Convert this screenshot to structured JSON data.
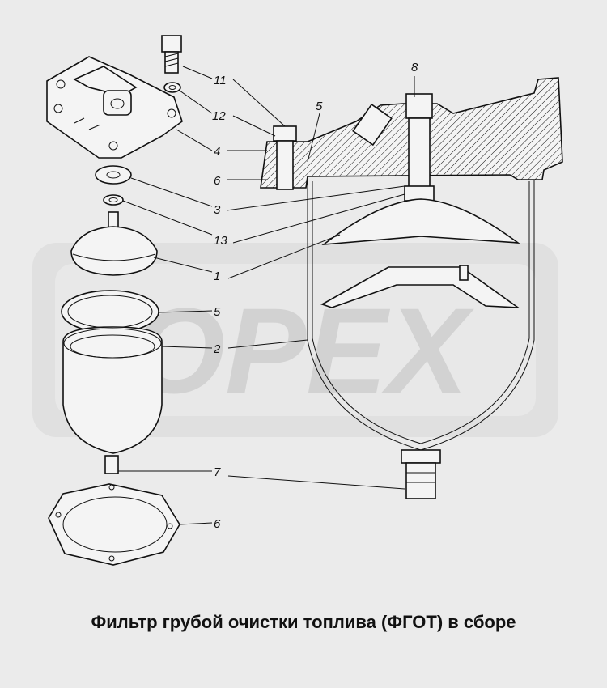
{
  "caption": "Фильтр грубой очистки топлива (ФГОТ) в сборе",
  "watermark": "OPEX",
  "callouts": {
    "c11": "11",
    "c12": "12",
    "c5_top": "5",
    "c8": "8",
    "c4": "4",
    "c6_top": "6",
    "c3": "3",
    "c13": "13",
    "c1": "1",
    "c5_mid": "5",
    "c2": "2",
    "c7": "7",
    "c6_bottom": "6"
  },
  "colors": {
    "background": "#ebebeb",
    "ink": "#111111",
    "watermark": "#d7d7d7"
  }
}
